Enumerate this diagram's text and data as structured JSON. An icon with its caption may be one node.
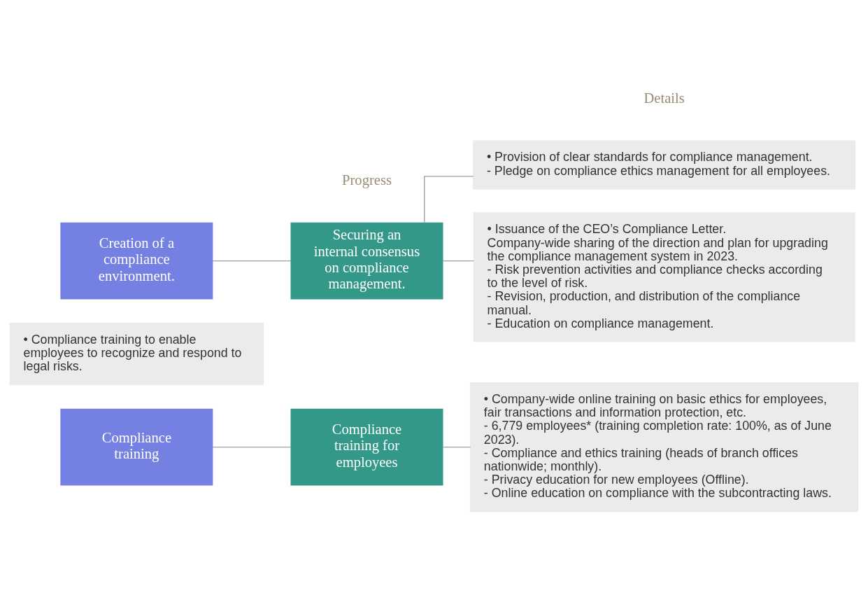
{
  "diagram": {
    "nodes": [
      {
        "text": [
          "Compliance training"
        ]
      },
      {
        "text": [
          "Compliance training for employees"
        ]
      },
      {
        "text": [
          "• Company-wide online training on basic ethics for employees, fair transactions and information protection, etc.",
          "- 6,779 employees* (training completion rate: 100%, as of June 2023).",
          "- Compliance and ethics training (heads of branch offices nationwide; monthly).",
          "- Privacy education for new employees (Offline).",
          "- Online education on compliance with the subcontracting laws."
        ]
      },
      {
        "text": [
          "• Compliance training to enable employees to recognize and respond to legal risks."
        ]
      },
      {
        "text": [
          "Creation of a compliance environment."
        ]
      },
      {
        "text": [
          "Securing an internal consensus on compliance management."
        ]
      },
      {
        "text": [
          "• Provision of clear standards for compliance management.",
          "- Pledge on compliance ethics management for all employees."
        ]
      },
      {
        "text": [
          "• Issuance of the CEO’s Compliance Letter.",
          "Company-wide sharing of the direction and plan for upgrading the compliance management system in 2023.",
          "- Risk prevention activities and compliance checks according to the level of risk.",
          "- Revision, production, and distribution of the compliance manual.",
          "- Education on compliance management."
        ]
      }
    ],
    "edges": [
      {
        "from": 0,
        "to": 1,
        "arrow": "none"
      },
      {
        "from": 1,
        "to": 2,
        "arrow": "none"
      },
      {
        "from": 4,
        "to": 5,
        "arrow": "none"
      },
      {
        "from": 5,
        "to": 6,
        "arrow": "none"
      },
      {
        "from": 5,
        "to": 7,
        "arrow": "none"
      }
    ],
    "labels": [
      "Progress",
      "Details"
    ]
  }
}
